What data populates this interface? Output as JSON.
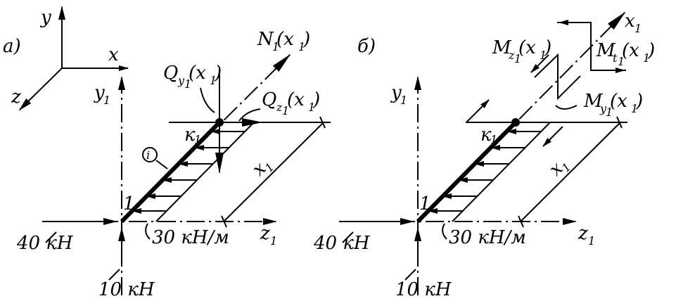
{
  "panels": {
    "a": {
      "label": "а)",
      "global_axes": {
        "x": "x",
        "y": "y",
        "z": "z"
      },
      "local_axes": {
        "y1": "y",
        "y1_sub": "1",
        "z1": "z",
        "z1_sub": "1",
        "x1": "x",
        "x1_sub": "1"
      },
      "node_label": "1",
      "section_label": "к",
      "section_sub": "1",
      "element_label": "i",
      "load_40": "40 кН",
      "load_10": "10 кН",
      "distributed_load": "30 кН/м",
      "force_N": {
        "main": "N",
        "sub1": "1",
        "arg": "(x",
        "arg_sub": "1",
        "close": ")"
      },
      "force_Qy": {
        "main": "Q",
        "sub1": "y",
        "sub2": "1",
        "arg": "(x",
        "arg_sub": "1",
        "close": ")"
      },
      "force_Qz": {
        "main": "Q",
        "sub1": "z",
        "sub2": "1",
        "arg": "(x",
        "arg_sub": "1",
        "close": ")"
      }
    },
    "b": {
      "label": "б)",
      "local_axes": {
        "y1": "y",
        "y1_sub": "1",
        "z1": "z",
        "z1_sub": "1",
        "x1": "x",
        "x1_sub": "1",
        "x1_top": "x",
        "x1_top_sub": "1"
      },
      "node_label": "1",
      "section_label": "к",
      "section_sub": "1",
      "load_40": "40 кН",
      "load_10": "10 кН",
      "distributed_load": "30 кН/м",
      "moment_Mz": {
        "main": "M",
        "sub1": "z",
        "sub2": "1",
        "arg": "(x",
        "arg_sub": "1",
        "close": ")"
      },
      "moment_Mt": {
        "main": "M",
        "sub1": "t",
        "sub2": "1",
        "arg": "(x",
        "arg_sub": "1",
        "close": ")"
      },
      "moment_My": {
        "main": "M",
        "sub1": "y",
        "sub2": "1",
        "arg": "(x",
        "arg_sub": "1",
        "close": ")"
      }
    }
  }
}
